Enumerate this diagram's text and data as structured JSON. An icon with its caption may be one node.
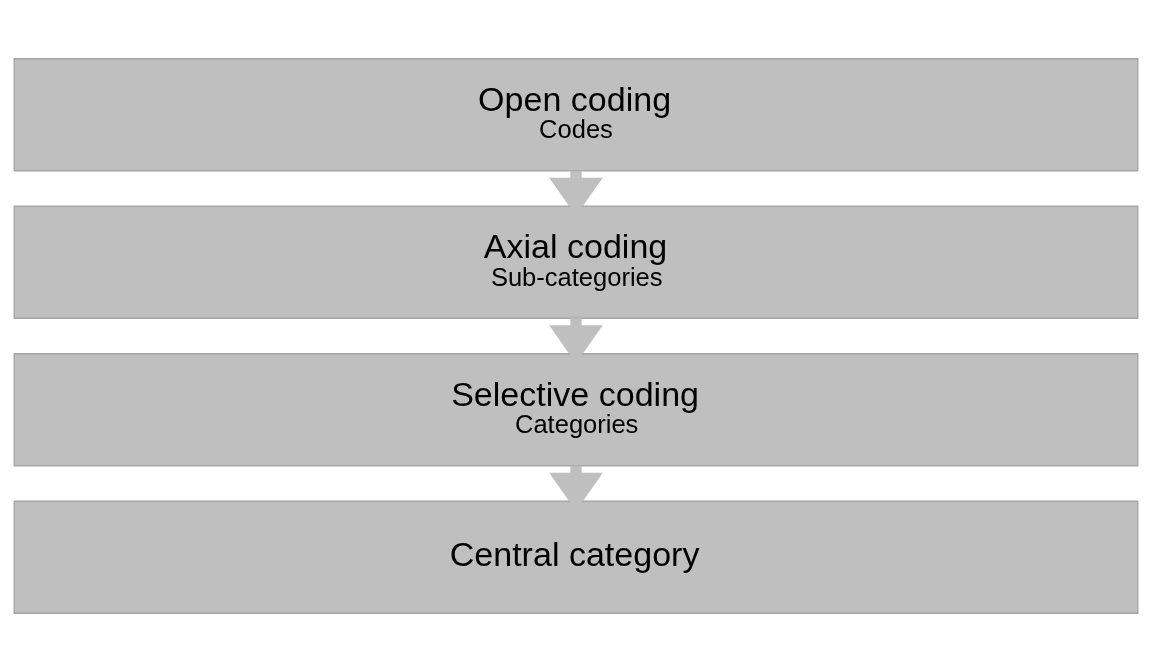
{
  "diagram": {
    "nodes": [
      {
        "text": [
          "Open coding",
          "Codes"
        ]
      },
      {
        "text": [
          "Axial coding",
          "Sub-categories"
        ]
      },
      {
        "text": [
          "Selective coding",
          "Categories"
        ]
      },
      {
        "text": [
          "Central category"
        ]
      }
    ],
    "edges": [
      {
        "from": 0,
        "to": 1,
        "arrow": "to"
      },
      {
        "from": 1,
        "to": 2,
        "arrow": "to"
      },
      {
        "from": 2,
        "to": 3,
        "arrow": "to"
      }
    ]
  }
}
